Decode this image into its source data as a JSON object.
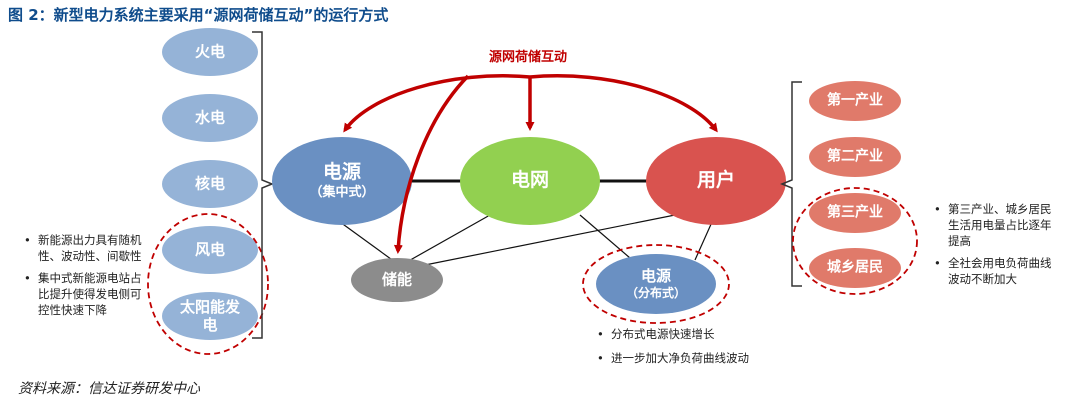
{
  "title": "图 2：新型电力系统主要采用“源网荷储互动”的运行方式",
  "flow_label": "源网荷储互动",
  "main_nodes": {
    "source": {
      "line1": "电源",
      "line2": "（集中式）"
    },
    "grid": {
      "label": "电网"
    },
    "user": {
      "label": "用户"
    },
    "storage": {
      "label": "储能"
    },
    "distributed": {
      "line1": "电源",
      "line2": "（分布式）"
    }
  },
  "sources": [
    "火电",
    "水电",
    "核电",
    "风电",
    "太阳能发电"
  ],
  "users": [
    "第一产业",
    "第二产业",
    "第三产业",
    "城乡居民"
  ],
  "notes": {
    "left": [
      "新能源出力具有随机性、波动性、间歇性",
      "集中式新能源电站占比提升使得发电侧可控性快速下降"
    ],
    "right": [
      "第三产业、城乡居民生活用电量占比逐年提高",
      "全社会用电负荷曲线波动不断加大"
    ],
    "bottom": [
      "分布式电源快速增长",
      "进一步加大净负荷曲线波动"
    ]
  },
  "source_note": "资料来源：信达证券研发中心",
  "colors": {
    "title": "#0f4c8c",
    "source_oval": "#95b3d7",
    "central": "#6a90c2",
    "grid": "#92d050",
    "user": "#d9534f",
    "storage": "#8c8c8c",
    "user_oval": "#e07a6a",
    "arrow": "#c00000"
  }
}
